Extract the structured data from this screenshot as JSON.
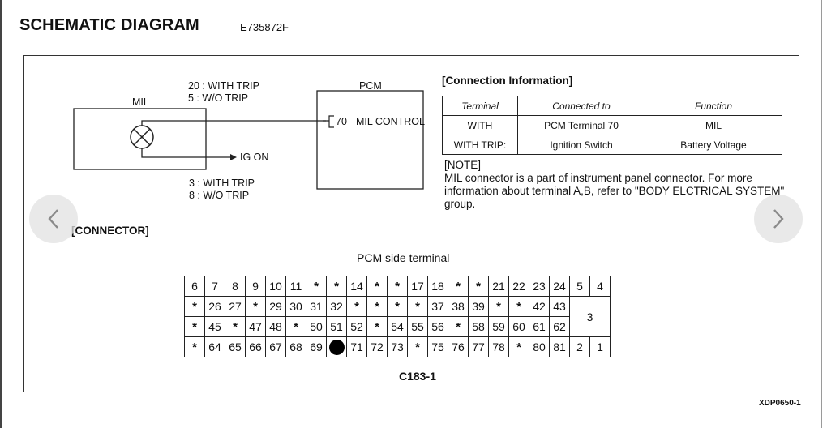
{
  "header": {
    "title": "SCHEMATIC DIAGRAM",
    "code": "E735872F"
  },
  "schematic": {
    "mil_label": "MIL",
    "top_wire_line1": "20 : WITH TRIP",
    "top_wire_line2": "5 : W/O TRIP",
    "ig_on_label": "IG ON",
    "bottom_wire_line1": "3 : WITH TRIP",
    "bottom_wire_line2": "8 : W/O TRIP",
    "pcm_label": "PCM",
    "pcm_terminal_label": "70 - MIL CONTROL"
  },
  "connection_info": {
    "title": "[Connection Information]",
    "headers": [
      "Terminal",
      "Connected to",
      "Function"
    ],
    "rows": [
      [
        "WITH",
        "PCM Terminal 70",
        "MIL"
      ],
      [
        "WITH TRIP:",
        "Ignition Switch",
        "Battery Voltage"
      ]
    ]
  },
  "note": {
    "heading": "[NOTE]",
    "text": "MIL connector is a part of instrument panel connector. For more information about terminal A,B, refer to \"BODY ELCTRICAL SYSTEM\" group."
  },
  "connector": {
    "section_label": "[CONNECTOR]",
    "side_label": "PCM side terminal",
    "connector_id": "C183-1",
    "row1": [
      "6",
      "7",
      "8",
      "9",
      "10",
      "11",
      "*",
      "*",
      "14",
      "*",
      "*",
      "17",
      "18",
      "*",
      "*",
      "21",
      "22",
      "23",
      "24",
      "5",
      "4"
    ],
    "row2": [
      "*",
      "26",
      "27",
      "*",
      "29",
      "30",
      "31",
      "32",
      "*",
      "*",
      "*",
      "*",
      "37",
      "38",
      "39",
      "*",
      "*",
      "42",
      "43"
    ],
    "row3": [
      "*",
      "45",
      "*",
      "47",
      "48",
      "*",
      "50",
      "51",
      "52",
      "*",
      "54",
      "55",
      "56",
      "*",
      "58",
      "59",
      "60",
      "61",
      "62"
    ],
    "row4": [
      "*",
      "64",
      "65",
      "66",
      "67",
      "68",
      "69",
      "●",
      "71",
      "72",
      "73",
      "*",
      "75",
      "76",
      "77",
      "78",
      "*",
      "80",
      "81",
      "2",
      "1"
    ],
    "merged_pin": "3",
    "highlighted_pin": "70"
  },
  "figure_code": "XDP0650-1",
  "nav": {
    "prev_icon": "chevron-left-icon",
    "next_icon": "chevron-right-icon"
  }
}
